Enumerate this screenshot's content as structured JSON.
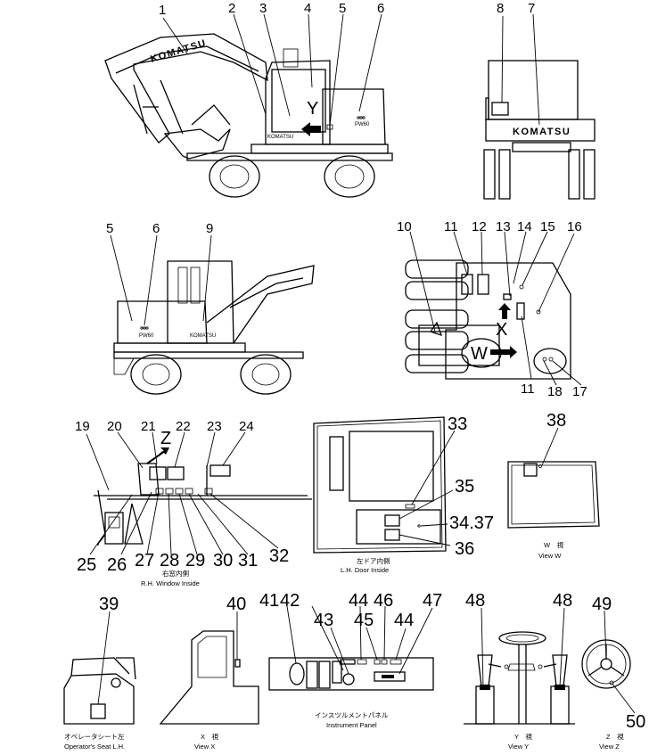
{
  "brand_text": "KOMATSU",
  "model_text": "PW60",
  "view_markers": {
    "w": "W",
    "x": "X",
    "y": "Y",
    "z": "Z"
  },
  "callouts": {
    "c1": "1",
    "c2": "2",
    "c3": "3",
    "c4": "4",
    "c5a": "5",
    "c6a": "6",
    "c7": "7",
    "c8": "8",
    "c5b": "5",
    "c6b": "6",
    "c9": "9",
    "c10": "10",
    "c11a": "11",
    "c12": "12",
    "c13": "13",
    "c14": "14",
    "c15": "15",
    "c16": "16",
    "c11b": "11",
    "c18": "18",
    "c17": "17",
    "c19": "19",
    "c20": "20",
    "c21": "21",
    "c22": "22",
    "c23": "23",
    "c24": "24",
    "c25": "25",
    "c26": "26",
    "c27": "27",
    "c28": "28",
    "c29": "29",
    "c30": "30",
    "c31": "31",
    "c32": "32",
    "c33": "33",
    "c35": "35",
    "c3437": "34.37",
    "c36": "36",
    "c38": "38",
    "c39": "39",
    "c40": "40",
    "c41": "41",
    "c42": "42",
    "c43": "43",
    "c44a": "44",
    "c45": "45",
    "c46": "46",
    "c44b": "44",
    "c47": "47",
    "c48a": "48",
    "c48b": "48",
    "c49": "49",
    "c50": "50"
  },
  "captions": {
    "rh_window_jp": "右窓内側",
    "rh_window_en": "R.H. Window Inside",
    "lh_door_jp": "左ドア内側",
    "lh_door_en": "L.H. Door Inside",
    "view_w_jp": "W　視",
    "view_w_en": "View W",
    "operator_seat_jp": "オペレータシート左",
    "operator_seat_en": "Operator's Seat L.H.",
    "view_x_jp": "X　視",
    "view_x_en": "View X",
    "instrument_panel_jp": "インスツルメントパネル",
    "instrument_panel_en": "Instrument Panel",
    "view_y_jp": "Y　視",
    "view_y_en": "View Y",
    "view_z_jp": "Z　視",
    "view_z_en": "View Z"
  }
}
